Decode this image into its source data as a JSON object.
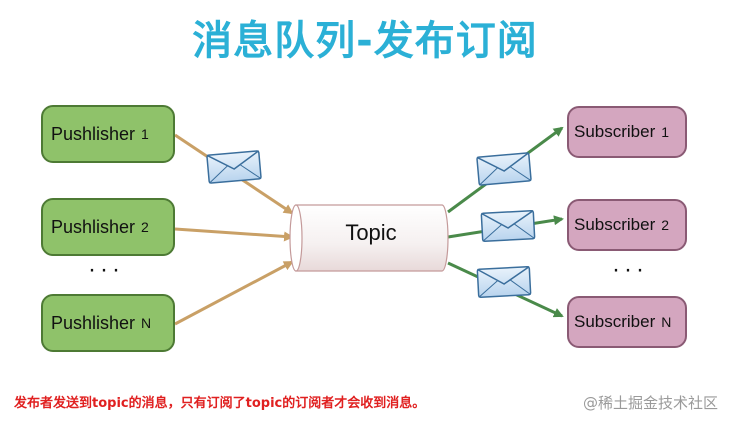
{
  "title": "消息队列-发布订阅",
  "publishers": [
    {
      "name": "Pushlisher",
      "suffix": "1"
    },
    {
      "name": "Pushlisher",
      "suffix": "2"
    },
    {
      "name": "Pushlisher",
      "suffix": "N"
    }
  ],
  "subscribers": [
    {
      "name": "Subscriber",
      "suffix": "1"
    },
    {
      "name": "Subscriber",
      "suffix": "2"
    },
    {
      "name": "Subscriber",
      "suffix": "N"
    }
  ],
  "ellipsis": "···",
  "topic": "Topic",
  "caption": "发布者发送到topic的消息，只有订阅了topic的订阅者才会收到消息。",
  "watermark": "@稀土掘金技术社区",
  "colors": {
    "title": "#2bb0d6",
    "publisher_fill": "#8fc26a",
    "subscriber_fill": "#d4a6bf",
    "publisher_arrow": "#c9a066",
    "subscriber_arrow": "#4a8a4a",
    "caption": "#e02020"
  }
}
